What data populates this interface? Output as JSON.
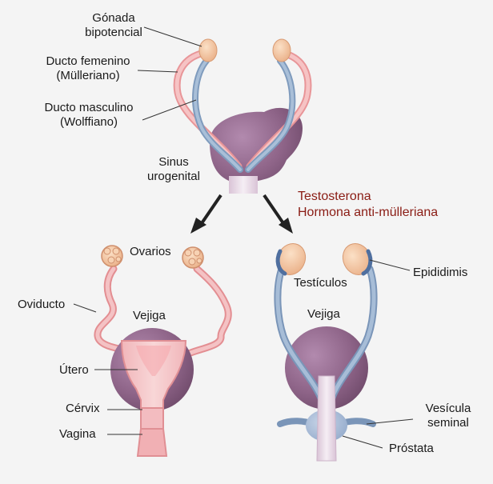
{
  "labels": {
    "gonada_line1": "Gónada",
    "gonada_line2": "bipotencial",
    "ducto_femenino_line1": "Ducto femenino",
    "ducto_femenino_line2": "(Mülleriano)",
    "ducto_masculino_line1": "Ducto masculino",
    "ducto_masculino_line2": "(Wolffiano)",
    "sinus_line1": "Sinus",
    "sinus_line2": "urogenital",
    "hormone_1": "Testosterona",
    "hormone_2": "Hormona anti-mülleriana",
    "ovarios": "Ovarios",
    "oviducto": "Oviducto",
    "vejiga_female": "Vejiga",
    "utero": "Útero",
    "cervix": "Cérvix",
    "vagina": "Vagina",
    "testiculos": "Testículos",
    "epididimis": "Epididimis",
    "vejiga_male": "Vejiga",
    "vesicula_line1": "Vesícula",
    "vesicula_line2": "seminal",
    "prostata": "Próstata"
  },
  "colors": {
    "mullerian_duct": "#f2aeb0",
    "wolffian_duct": "#8fa9c6",
    "bladder": "#8e6488",
    "gonad": "#f4c49e",
    "hormone_text": "#8a1c14"
  }
}
